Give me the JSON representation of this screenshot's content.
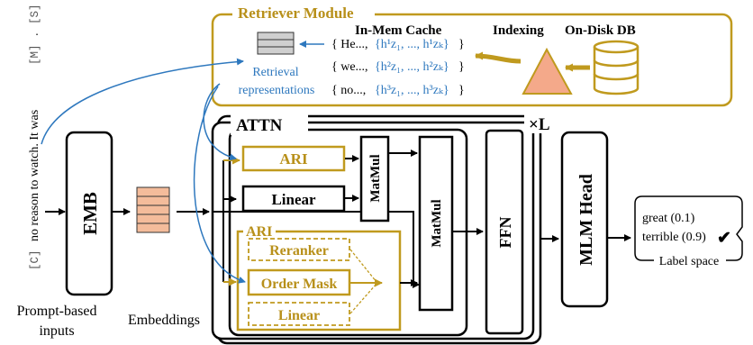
{
  "colors": {
    "gold": "#C09A1E",
    "gold_text": "#B8901A",
    "blue": "#2E78BE",
    "salmon": "#F4BC9B",
    "grey": "#CFCFCF",
    "black": "#000000"
  },
  "retriever": {
    "title": "Retriever Module",
    "cache_label": "In-Mem Cache",
    "indexing_label": "Indexing",
    "disk_label": "On-Disk DB",
    "retrieval_line1": "Retrieval",
    "retrieval_line2": "representations",
    "cache_rows": [
      {
        "prefix": "{ He...,",
        "reps": "{h¹z₁, ..., h¹zₖ}",
        "suffix": "}"
      },
      {
        "prefix": "{ we...,",
        "reps": "{h²z₁, ..., h²zₖ}",
        "suffix": "}"
      },
      {
        "prefix": "{ no...,",
        "reps": "{h³z₁, ..., h³zₖ}",
        "suffix": "}"
      }
    ]
  },
  "input": {
    "prompt_text_a": "[C]",
    "prompt_text_b": "no reason to watch. It was",
    "prompt_text_c": "[M] . [S]",
    "prompt_label_1": "Prompt-based",
    "prompt_label_2": "inputs"
  },
  "emb": {
    "label": "EMB"
  },
  "embeddings_label": "Embeddings",
  "attn": {
    "title": "ATTN",
    "repeat": "×L",
    "ari_top": "ARI",
    "linear_top": "Linear",
    "matmul_1": "MatMul",
    "matmul_2": "MatMul",
    "ari_group": "ARI",
    "reranker": "Reranker",
    "order_mask": "Order Mask",
    "linear_bottom": "Linear"
  },
  "ffn": {
    "label": "FFN"
  },
  "mlm": {
    "label": "MLM Head"
  },
  "output": {
    "line1": "great (0.1)",
    "line2": "terrible (0.9)",
    "check": "✔",
    "label_space": "Label space"
  }
}
